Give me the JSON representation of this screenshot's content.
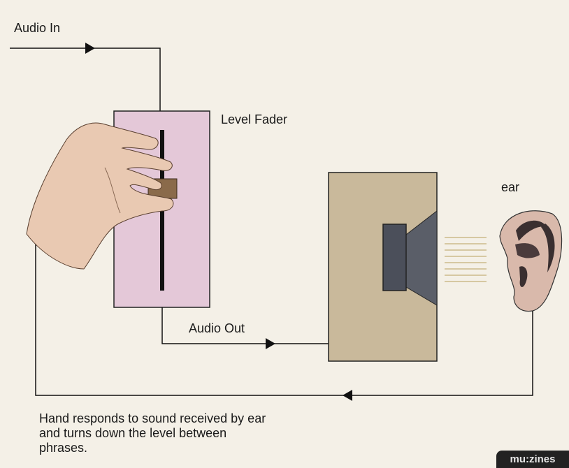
{
  "labels": {
    "audio_in": "Audio In",
    "level_fader": "Level Fader",
    "audio_out": "Audio Out",
    "ear": "ear"
  },
  "caption": [
    "Hand responds to sound received by ear",
    "and turns down the level between",
    "phrases."
  ],
  "logo": "mu:zines",
  "colors": {
    "background": "#f4f0e7",
    "fader": "#e4c8d8",
    "speaker_box": "#c9b99b",
    "speaker_driver": "#4b4f5a",
    "skin": "#e9c9b2",
    "sound_waves": "#cbbb8c"
  }
}
